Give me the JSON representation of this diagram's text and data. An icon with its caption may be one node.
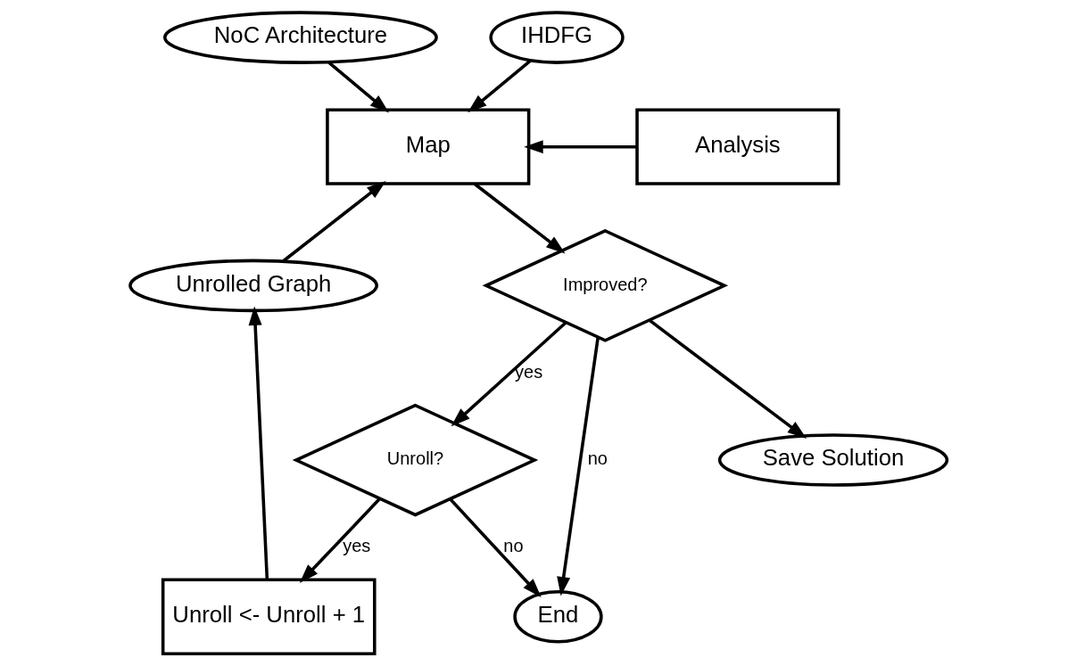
{
  "diagram": {
    "nodes": [
      {
        "text": [
          "NoC Architecture"
        ]
      },
      {
        "text": [
          "IHDFG"
        ]
      },
      {
        "text": [
          "Map"
        ]
      },
      {
        "text": [
          "Analysis"
        ]
      },
      {
        "text": [
          "Unrolled Graph"
        ]
      },
      {
        "text": [
          "Improved?"
        ]
      },
      {
        "text": [
          "Save Solution"
        ]
      },
      {
        "text": [
          "Unroll <- Unroll + 1"
        ]
      },
      {
        "text": [
          "Unroll?"
        ]
      },
      {
        "text": [
          "End"
        ]
      }
    ],
    "edges": [
      {
        "from": 0,
        "to": 2,
        "arrow": "to"
      },
      {
        "from": 1,
        "to": 2,
        "arrow": "to"
      },
      {
        "from": 3,
        "to": 2,
        "arrow": "to"
      },
      {
        "from": 4,
        "to": 2,
        "arrow": "to"
      },
      {
        "from": 2,
        "to": 5,
        "arrow": "to"
      },
      {
        "from": 5,
        "to": 9,
        "arrow": "to",
        "label": "no"
      },
      {
        "from": 5,
        "to": 8,
        "arrow": "to",
        "label": "yes"
      },
      {
        "from": 5,
        "to": 6,
        "arrow": "to"
      },
      {
        "from": 8,
        "to": 7,
        "arrow": "to",
        "label": "yes"
      },
      {
        "from": 8,
        "to": 9,
        "arrow": "to",
        "label": "no"
      },
      {
        "from": 7,
        "to": 4,
        "arrow": "to"
      }
    ]
  }
}
